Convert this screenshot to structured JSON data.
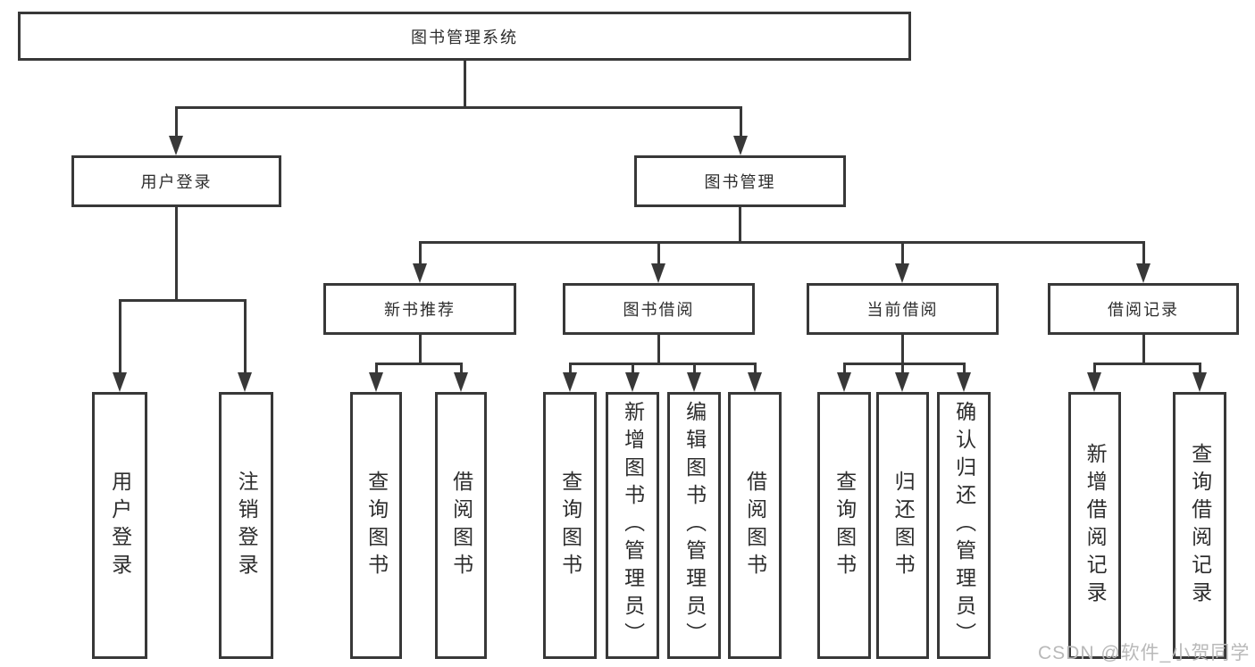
{
  "colors": {
    "line": "#383838",
    "text": "#2d2d2d",
    "watermark": "#b9b9b9",
    "background": "#ffffff"
  },
  "diagram": {
    "type": "hierarchy-tree",
    "root": {
      "label": "图书管理系统"
    },
    "branches": [
      {
        "label": "用户登录",
        "children": [
          {
            "label": "用户登录"
          },
          {
            "label": "注销登录"
          }
        ]
      },
      {
        "label": "图书管理",
        "children": [
          {
            "label": "新书推荐",
            "children": [
              {
                "label": "查询图书"
              },
              {
                "label": "借阅图书"
              }
            ]
          },
          {
            "label": "图书借阅",
            "children": [
              {
                "label": "查询图书"
              },
              {
                "label": "新增图书（管理员）"
              },
              {
                "label": "编辑图书（管理员）"
              },
              {
                "label": "借阅图书"
              }
            ]
          },
          {
            "label": "当前借阅",
            "children": [
              {
                "label": "查询图书"
              },
              {
                "label": "归还图书"
              },
              {
                "label": "确认归还（管理员）"
              }
            ]
          },
          {
            "label": "借阅记录",
            "children": [
              {
                "label": "新增借阅记录"
              },
              {
                "label": "查询借阅记录"
              }
            ]
          }
        ]
      }
    ]
  },
  "watermark": {
    "text": "CSDN @软件_小贺同学"
  }
}
